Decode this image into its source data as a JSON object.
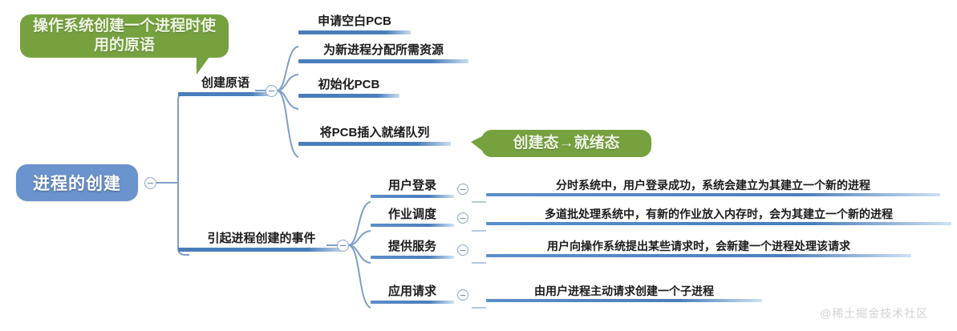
{
  "diagram": {
    "type": "mind-map",
    "watermark": "@稀土掘金技术社区",
    "colors": {
      "root_fill": "#6b93cd",
      "branch_bar": "#4a7ebb",
      "connector": "#7e9fc6",
      "callout_fill": "#76a13f",
      "callout_text": "#eef5e2",
      "node_text": "#1b1b1b"
    }
  },
  "root": {
    "label": "进程的创建",
    "toggle": "collapse-toggle"
  },
  "branches": [
    {
      "label": "创建原语",
      "toggle": "collapse-toggle",
      "children": [
        {
          "label": "申请空白PCB"
        },
        {
          "label": "为新进程分配所需资源"
        },
        {
          "label": "初始化PCB"
        },
        {
          "label": "将PCB插入就绪队列"
        }
      ]
    },
    {
      "label": "引起进程创建的事件",
      "toggle": "collapse-toggle",
      "children": [
        {
          "label": "用户登录",
          "toggle": "collapse-toggle",
          "detail": "分时系统中，用户登录成功，系统会建立为其建立一个新的进程"
        },
        {
          "label": "作业调度",
          "toggle": "collapse-toggle",
          "detail": "多道批处理系统中，有新的作业放入内存时，会为其建立一个新的进程"
        },
        {
          "label": "提供服务",
          "toggle": "collapse-toggle",
          "detail": "用户向操作系统提出某些请求时，会新建一个进程处理该请求"
        },
        {
          "label": "应用请求",
          "toggle": "collapse-toggle",
          "detail": "由用户进程主动请求创建一个子进程"
        }
      ]
    }
  ],
  "callouts": [
    {
      "text": "操作系统创建一个进程时使用的原语",
      "lines": [
        "操作系统创建一个进程",
        "时使用的原语"
      ]
    },
    {
      "text": "创建态→就绪态",
      "lines": [
        "创建态→就绪态"
      ]
    }
  ]
}
